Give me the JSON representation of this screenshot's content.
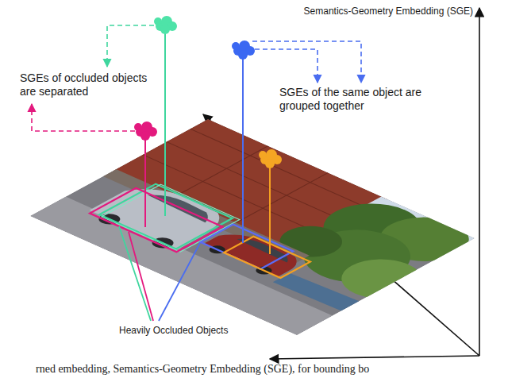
{
  "diagram": {
    "caption": "rned embedding, Semantics-Geometry Embedding (SGE), for bounding bo",
    "labels": [
      "Semantics-Geometry Embedding (SGE)",
      "SGEs of occluded objects are separated",
      "SGEs of the same object are grouped together",
      "Heavily Occluded Objects"
    ]
  }
}
